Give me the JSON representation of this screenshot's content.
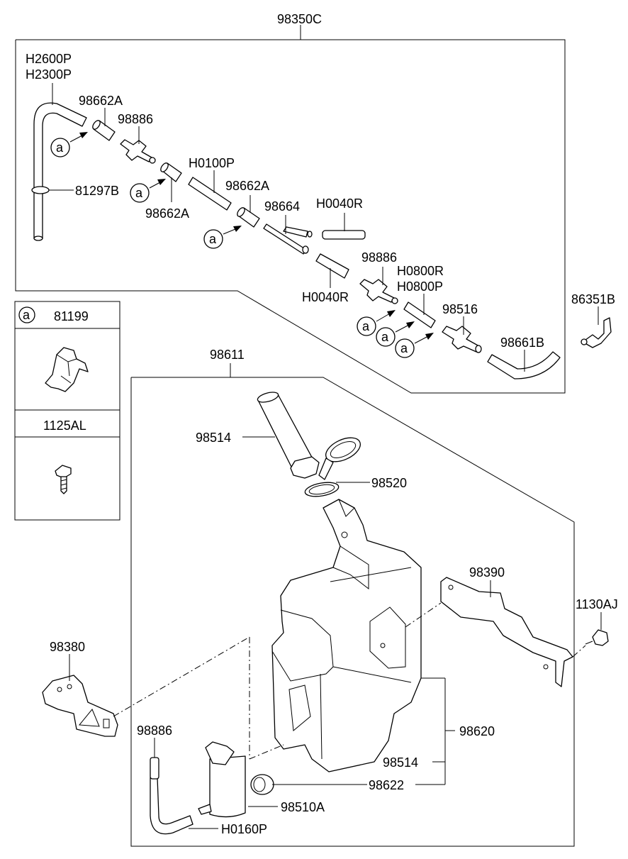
{
  "top_group": {
    "title": "98350C",
    "labels": {
      "hose_a": "H2600P",
      "hose_b": "H2300P",
      "p98662a_1": "98662A",
      "p98886_1": "98886",
      "p81297b": "81297B",
      "p98662a_2": "98662A",
      "h0100p": "H0100P",
      "p98662a_3": "98662A",
      "p98664": "98664",
      "h0040r_1": "H0040R",
      "h0040r_2": "H0040R",
      "p98886_2": "98886",
      "h0800r": "H0800R",
      "h0800p": "H0800P",
      "p98516": "98516",
      "p98661b": "98661B"
    },
    "callout_letter": "a"
  },
  "side_part": {
    "label": "86351B"
  },
  "legend": {
    "marker": "a",
    "row1_label": "81199",
    "row2_label": "1125AL"
  },
  "bottom_group": {
    "title": "98611",
    "labels": {
      "p98514_top": "98514",
      "p98520": "98520",
      "p98390": "98390",
      "p1130aj": "1130AJ",
      "p98380": "98380",
      "p98620": "98620",
      "p98886": "98886",
      "p98514_bottom": "98514",
      "p98622": "98622",
      "p98510a": "98510A",
      "h0160p": "H0160P"
    }
  }
}
